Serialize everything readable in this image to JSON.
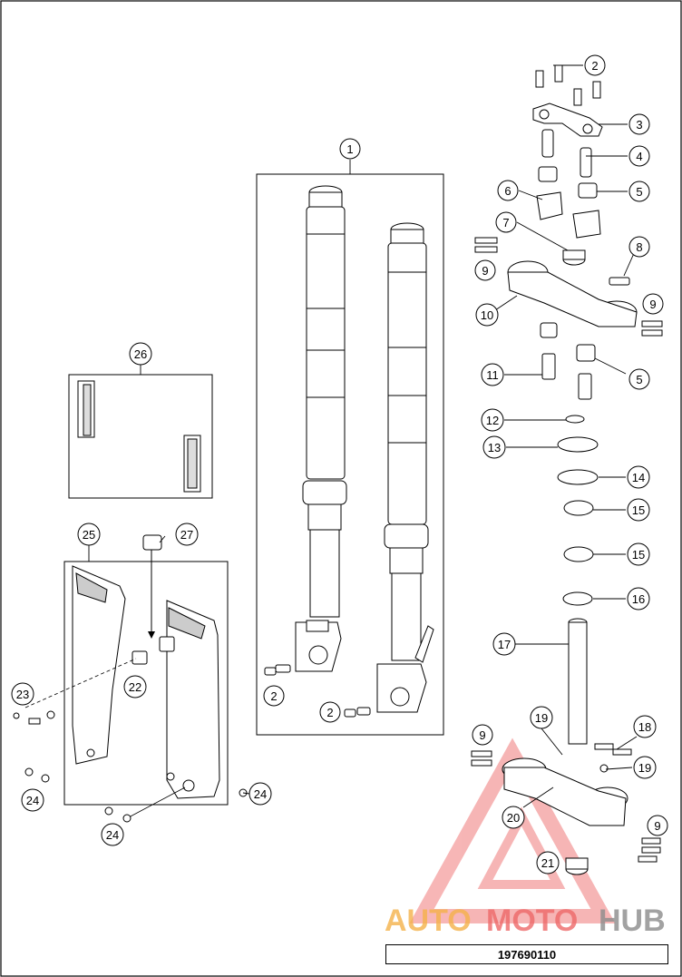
{
  "diagram": {
    "callouts": [
      "1",
      "2",
      "3",
      "4",
      "5",
      "6",
      "7",
      "8",
      "9",
      "10",
      "11",
      "12",
      "13",
      "14",
      "15",
      "16",
      "17",
      "18",
      "19",
      "20",
      "21",
      "22",
      "23",
      "24",
      "25",
      "26",
      "27"
    ],
    "watermark": {
      "part1": "AUTO",
      "part2": "MOTO",
      "part3": "HUB",
      "color1": "#f5b24a",
      "color2": "#ee6a6a",
      "color3": "#8c8c8c"
    },
    "part_code": "197690110"
  }
}
